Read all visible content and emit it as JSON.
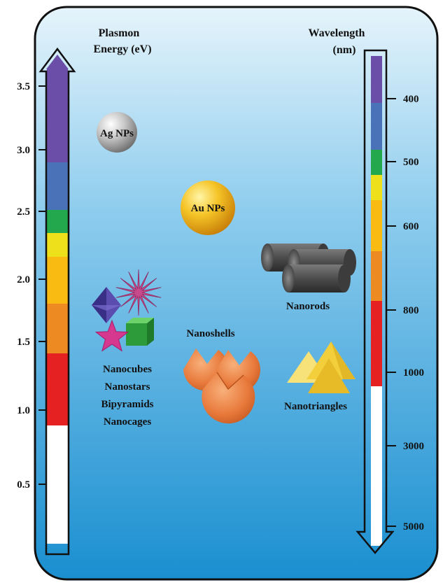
{
  "left_axis": {
    "title_line1": "Plasmon",
    "title_line2": "Energy (eV)",
    "ticks": [
      {
        "value": 3.5,
        "label": "3.5"
      },
      {
        "value": 3.0,
        "label": "3.0"
      },
      {
        "value": 2.5,
        "label": "2.5"
      },
      {
        "value": 2.0,
        "label": "2.0"
      },
      {
        "value": 1.5,
        "label": "1.5"
      },
      {
        "value": 1.0,
        "label": "1.0"
      },
      {
        "value": 0.5,
        "label": "0.5"
      }
    ]
  },
  "right_axis": {
    "title_line1": "Wavelength",
    "title_line2": "(nm)",
    "ticks": [
      {
        "value": 400,
        "label": "400"
      },
      {
        "value": 500,
        "label": "500"
      },
      {
        "value": 600,
        "label": "600"
      },
      {
        "value": 800,
        "label": "800"
      },
      {
        "value": 1000,
        "label": "1000"
      },
      {
        "value": 3000,
        "label": "3000"
      },
      {
        "value": 5000,
        "label": "5000"
      }
    ]
  },
  "spectrum_colors": [
    "#6a4ea8",
    "#4a72b8",
    "#23a84e",
    "#eee11c",
    "#f9bb12",
    "#ee8a22",
    "#e52122",
    "#ffffff"
  ],
  "particles": {
    "ag": {
      "label": "Ag NPs"
    },
    "au": {
      "label": "Au NPs"
    },
    "nanorods": {
      "label": "Nanorods"
    },
    "nanoshells": {
      "label": "Nanoshells"
    },
    "nanotriangles": {
      "label": "Nanotriangles"
    },
    "shapes": {
      "lines": [
        "Nanocubes",
        "Nanostars",
        "Bipyramids",
        "Nanocages"
      ]
    }
  },
  "colors": {
    "background_top": "#e6f4fb",
    "background_bottom": "#1a8fd0",
    "silver": "#9a9a9a",
    "gold": "#f2b51e",
    "rod": "#505050",
    "shell": "#e8783a",
    "triangle": "#f4d64a"
  }
}
